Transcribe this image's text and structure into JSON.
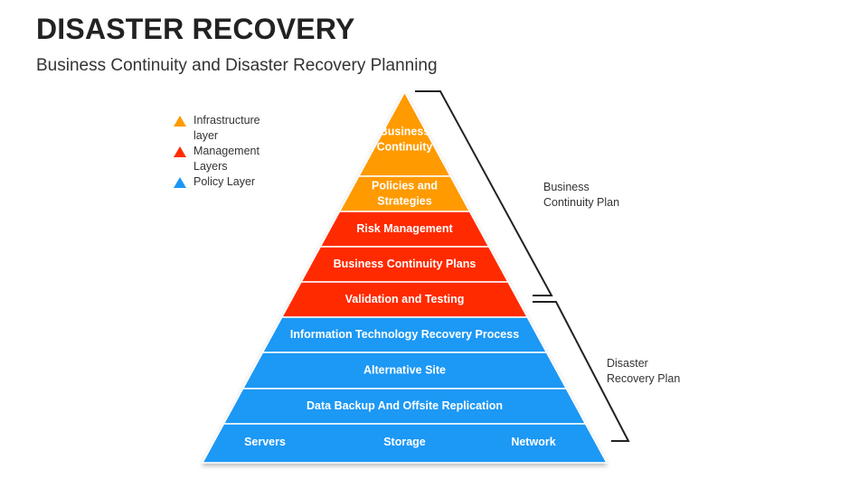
{
  "header": {
    "title": "DISASTER RECOVERY",
    "subtitle": "Business Continuity and Disaster Recovery Planning"
  },
  "colors": {
    "infrastructure": "#FF9A00",
    "management": "#FF2C00",
    "policy": "#1B98F5",
    "bracket": "#222222"
  },
  "legend": [
    {
      "line1": "Infrastructure",
      "line2": "layer",
      "color": "#FF9A00"
    },
    {
      "line1": "Management",
      "line2": "Layers",
      "color": "#FF2C00"
    },
    {
      "line1": "Policy Layer",
      "line2": "",
      "color": "#1B98F5"
    }
  ],
  "pyramid": {
    "tiers": [
      {
        "lines": [
          "Business",
          "Continuity"
        ],
        "layer": "infrastructure"
      },
      {
        "lines": [
          "Policies and",
          "Strategies"
        ],
        "layer": "infrastructure"
      },
      {
        "lines": [
          "Risk Management"
        ],
        "layer": "management"
      },
      {
        "lines": [
          "Business Continuity Plans"
        ],
        "layer": "management"
      },
      {
        "lines": [
          "Validation and Testing"
        ],
        "layer": "management"
      },
      {
        "lines": [
          "Information Technology Recovery Process"
        ],
        "layer": "policy"
      },
      {
        "lines": [
          "Alternative Site"
        ],
        "layer": "policy"
      },
      {
        "lines": [
          "Data Backup And Offsite Replication"
        ],
        "layer": "policy"
      }
    ],
    "base": {
      "items": [
        "Servers",
        "Storage",
        "Network"
      ],
      "layer": "policy"
    }
  },
  "brackets": {
    "business_continuity_plan": {
      "line1": "Business",
      "line2": "Continuity Plan"
    },
    "disaster_recovery_plan": {
      "line1": "Disaster",
      "line2": "Recovery Plan"
    }
  }
}
